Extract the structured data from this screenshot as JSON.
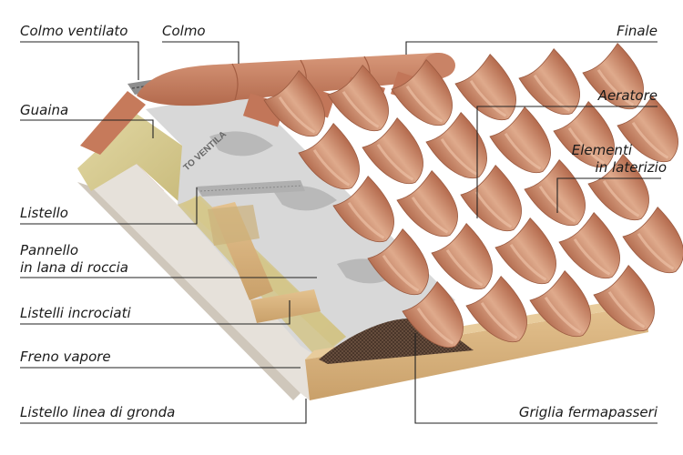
{
  "labels": {
    "colmo_ventilato": "Colmo ventilato",
    "colmo": "Colmo",
    "finale": "Finale",
    "guaina": "Guaina",
    "aeratore": "Aeratore",
    "elementi_laterizio_1": "Elementi",
    "elementi_laterizio_2": "in laterizio",
    "listello": "Listello",
    "pannello_1": "Pannello",
    "pannello_2": "in lana di roccia",
    "listelli_incrociati": "Listelli incrociati",
    "freno_vapore": "Freno vapore",
    "listello_gronda": "Listello linea di gronda",
    "griglia": "Griglia fermapasseri"
  },
  "membrane_print": "TO VENTILA",
  "colors": {
    "tile_light": "#d9a385",
    "tile_mid": "#c98a6c",
    "tile_dark": "#a45f45",
    "ridge": "#cd8a6a",
    "wool": "#d8cc92",
    "wood": "#d7b27c",
    "membrane": "#d5d5d5",
    "mesh": "#5a4232",
    "leader": "#222222"
  }
}
